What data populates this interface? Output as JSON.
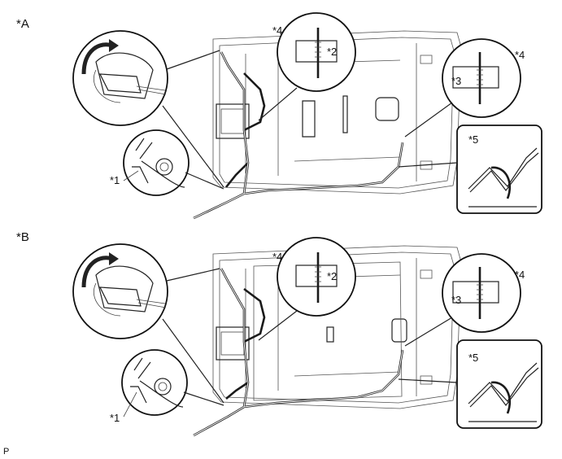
{
  "figure": {
    "footer_code": "P",
    "panels": [
      {
        "id": "A",
        "title": "*A",
        "labels": {
          "clip_tag": "*1",
          "tape_tag_left": "*2",
          "tape_tag_right": "*3",
          "band_tag_left": "*4",
          "band_tag_right": "*4",
          "section_tag": "*5"
        }
      },
      {
        "id": "B",
        "title": "*B",
        "labels": {
          "clip_tag": "*1",
          "tape_tag_left": "*2",
          "tape_tag_right": "*3",
          "band_tag_left": "*4",
          "band_tag_right": "*4",
          "section_tag": "*5"
        }
      }
    ]
  }
}
